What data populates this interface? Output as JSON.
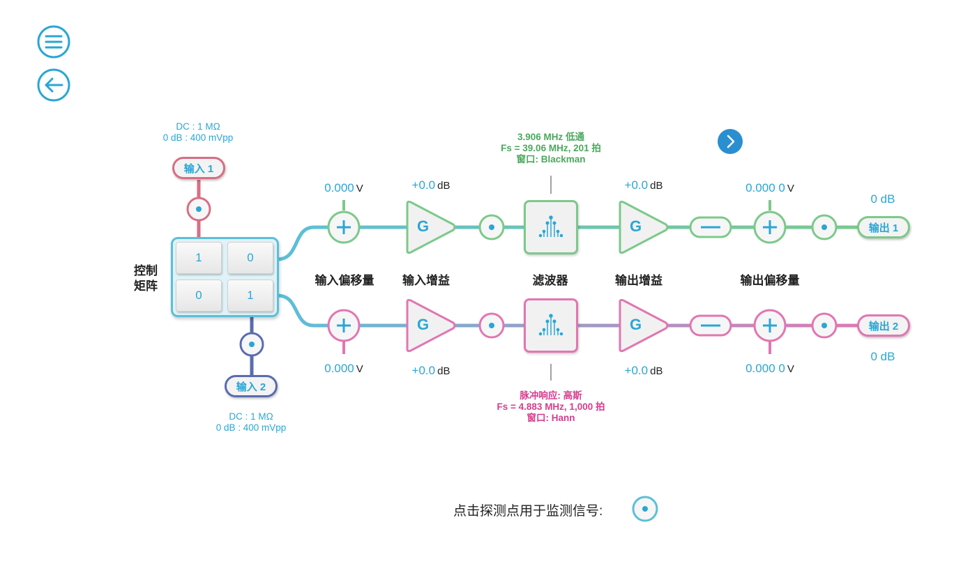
{
  "nav": {
    "menu_icon": "menu-icon",
    "back_icon": "back-arrow-icon",
    "next_icon": "chevron-right-icon"
  },
  "colors": {
    "accent": "#2aa6d6",
    "channel1": "#7cc98a",
    "channel2": "#e077b2",
    "input1": "#d76e84",
    "input2": "#5a6bb0"
  },
  "input1": {
    "label": "输入 1",
    "info_line1": "DC : 1 MΩ",
    "info_line2": "0 dB : 400 mVpp"
  },
  "input2": {
    "label": "输入 2",
    "info_line1": "DC : 1 MΩ",
    "info_line2": "0 dB : 400 mVpp"
  },
  "matrix": {
    "label_line1": "控制",
    "label_line2": "矩阵",
    "cells": [
      "1",
      "0",
      "0",
      "1"
    ]
  },
  "column_labels": {
    "input_offset": "输入偏移量",
    "input_gain": "输入增益",
    "filter": "滤波器",
    "output_gain": "输出增益",
    "output_offset": "输出偏移量"
  },
  "channel1": {
    "input_offset_value": "0.000",
    "input_offset_unit": "V",
    "input_gain_value": "+0.0",
    "input_gain_unit": "dB",
    "filter_line1": "3.906 MHz 低通",
    "filter_line2": "Fs = 39.06 MHz, 201 拍",
    "filter_line3": "窗口: Blackman",
    "output_gain_value": "+0.0",
    "output_gain_unit": "dB",
    "output_offset_value": "0.000 0",
    "output_offset_unit": "V",
    "output_level": "0 dB",
    "output_label": "输出 1"
  },
  "channel2": {
    "input_offset_value": "0.000",
    "input_offset_unit": "V",
    "input_gain_value": "+0.0",
    "input_gain_unit": "dB",
    "filter_line1": "脉冲响应: 高斯",
    "filter_line2": "Fs = 4.883 MHz, 1,000 拍",
    "filter_line3": "窗口: Hann",
    "output_gain_value": "+0.0",
    "output_gain_unit": "dB",
    "output_offset_value": "0.000 0",
    "output_offset_unit": "V",
    "output_level": "0 dB",
    "output_label": "输出 2"
  },
  "gain_symbol": "G",
  "hint": {
    "text": "点击探测点用于监测信号:"
  }
}
